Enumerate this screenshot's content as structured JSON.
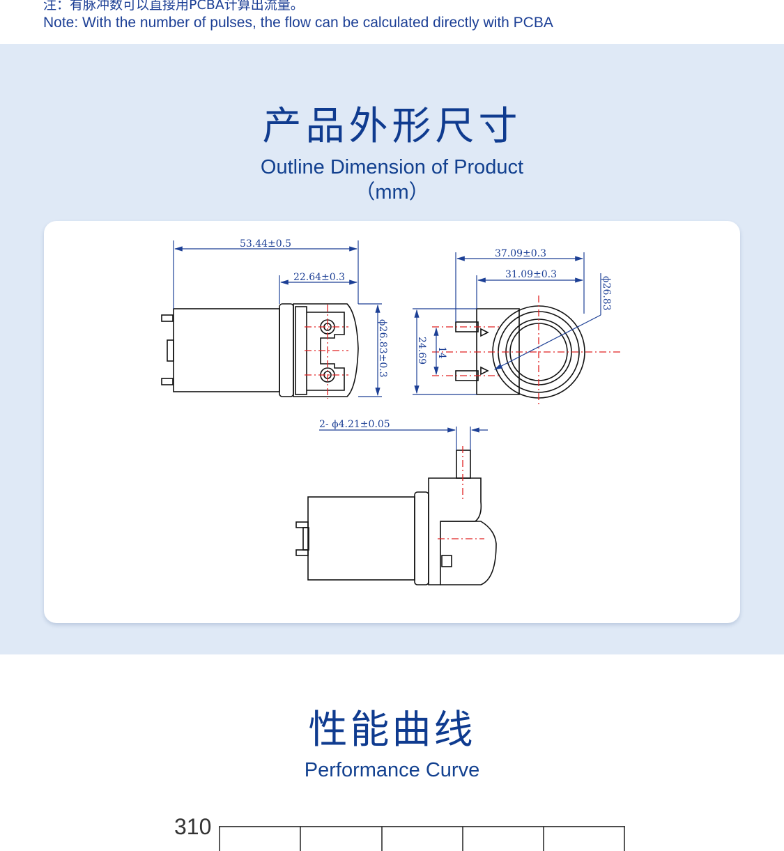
{
  "note": {
    "cn": "注：有脉冲数可以直接用PCBA计算出流量。",
    "en": "Note: With the number of pulses, the flow can be calculated directly with PCBA"
  },
  "dimension_section": {
    "title_cn": "产品外形尺寸",
    "title_en": "Outline Dimension of Product",
    "unit": "（mm）",
    "background_color": "#dfe9f6",
    "drawing": {
      "length_total": "53.44±0.5",
      "length_head": "22.64±0.3",
      "diameter_side": "ϕ26.83±0.3",
      "width_outer": "37.09±0.3",
      "width_inner": "31.09±0.3",
      "diameter_front": "ϕ26.83",
      "height": "24.69",
      "port_spacing": "14",
      "port_hole": "2- ϕ4.21±0.05"
    }
  },
  "performance_section": {
    "title_cn": "性能曲线",
    "title_en": "Performance Curve"
  },
  "chart_data": {
    "type": "line",
    "ytick_top": "310"
  }
}
